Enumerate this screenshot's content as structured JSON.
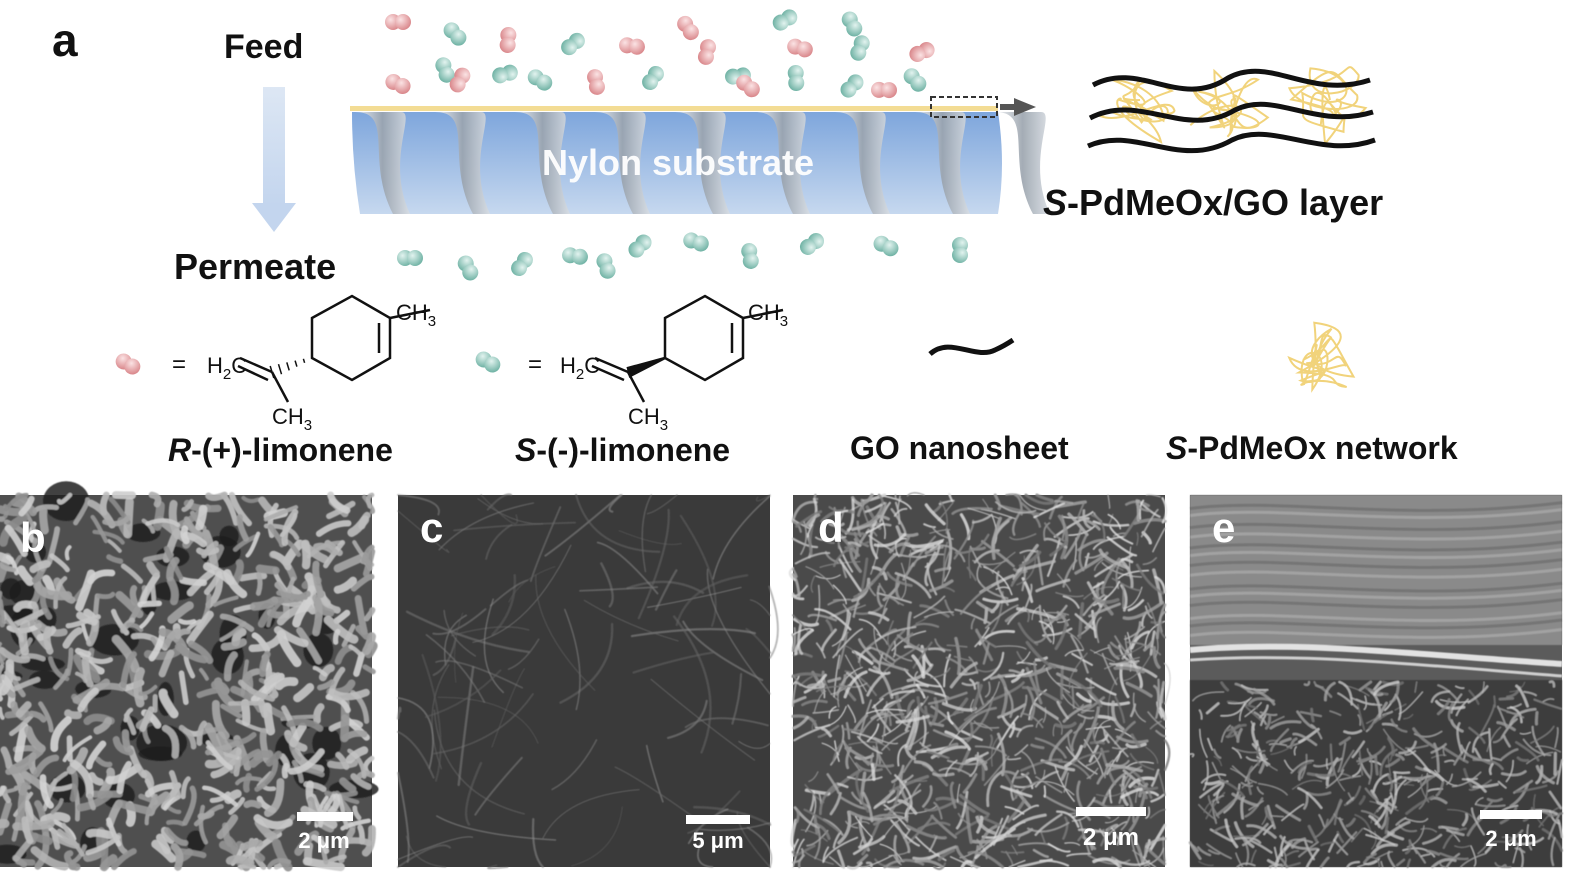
{
  "panel_a": {
    "label": "a",
    "feed_label": "Feed",
    "permeate_label": "Permeate",
    "substrate_label": "Nylon substrate",
    "layer_label_prefix": "S",
    "layer_label_rest": "-PdMeOx/GO layer",
    "equals": "=",
    "h2c_main": "H",
    "h2c_sub": "2",
    "h2c_tail": "C",
    "ch3_main": "CH",
    "ch3_sub": "3",
    "r_limonene_prefix": "R",
    "r_limonene_rest": "-(+)-limonene",
    "s_limonene_prefix": "S",
    "s_limonene_rest": "-(-)-limonene",
    "go_label": "GO nanosheet",
    "network_prefix": "S",
    "network_rest": "-PdMeOx network"
  },
  "panels": [
    {
      "label": "b",
      "scale": "2 μm"
    },
    {
      "label": "c",
      "scale": "5 μm"
    },
    {
      "label": "d",
      "scale": "2 μm"
    },
    {
      "label": "e",
      "scale": "2 μm"
    }
  ],
  "colors": {
    "r_molecule": "#e9a3a6",
    "s_molecule": "#92c9be",
    "substrate": "#8fb3e0",
    "network": "#f2d27a",
    "arrow": "#c9d9ef",
    "text": "#111111"
  }
}
